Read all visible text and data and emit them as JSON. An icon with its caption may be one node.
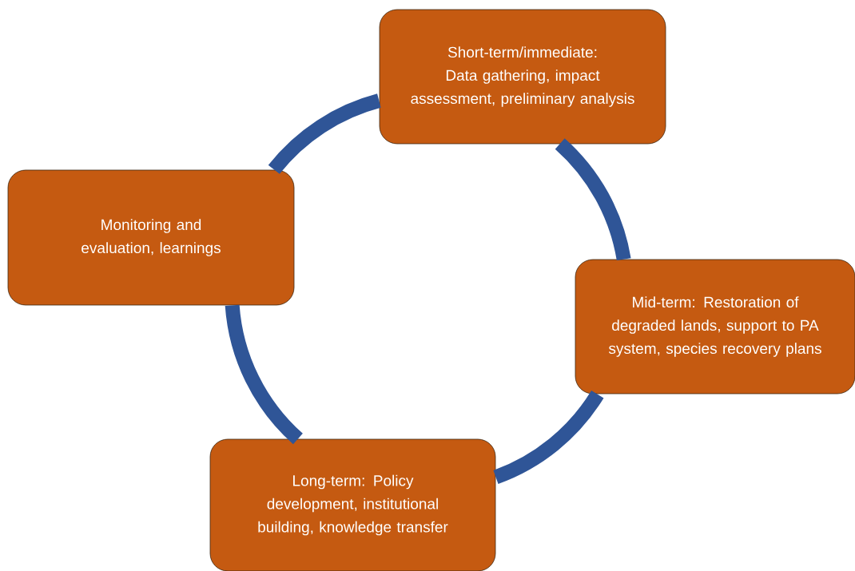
{
  "diagram": {
    "nodes": [
      {
        "text": [
          "Short-term/immediate: Data gathering, impact assessment, preliminary analysis"
        ]
      },
      {
        "text": [
          "Mid-term: Restoration of degraded lands, support to PA system, species recovery plans"
        ]
      },
      {
        "text": [
          "Long-term: Policy development, institutional building, knowledge transfer"
        ]
      },
      {
        "text": [
          "Monitoring and evaluation, learnings"
        ]
      }
    ],
    "edges": [
      {
        "from": 0,
        "to": 1,
        "arrow": "none"
      },
      {
        "from": 1,
        "to": 2,
        "arrow": "none"
      },
      {
        "from": 2,
        "to": 3,
        "arrow": "none"
      },
      {
        "from": 3,
        "to": 0,
        "arrow": "none"
      }
    ]
  }
}
